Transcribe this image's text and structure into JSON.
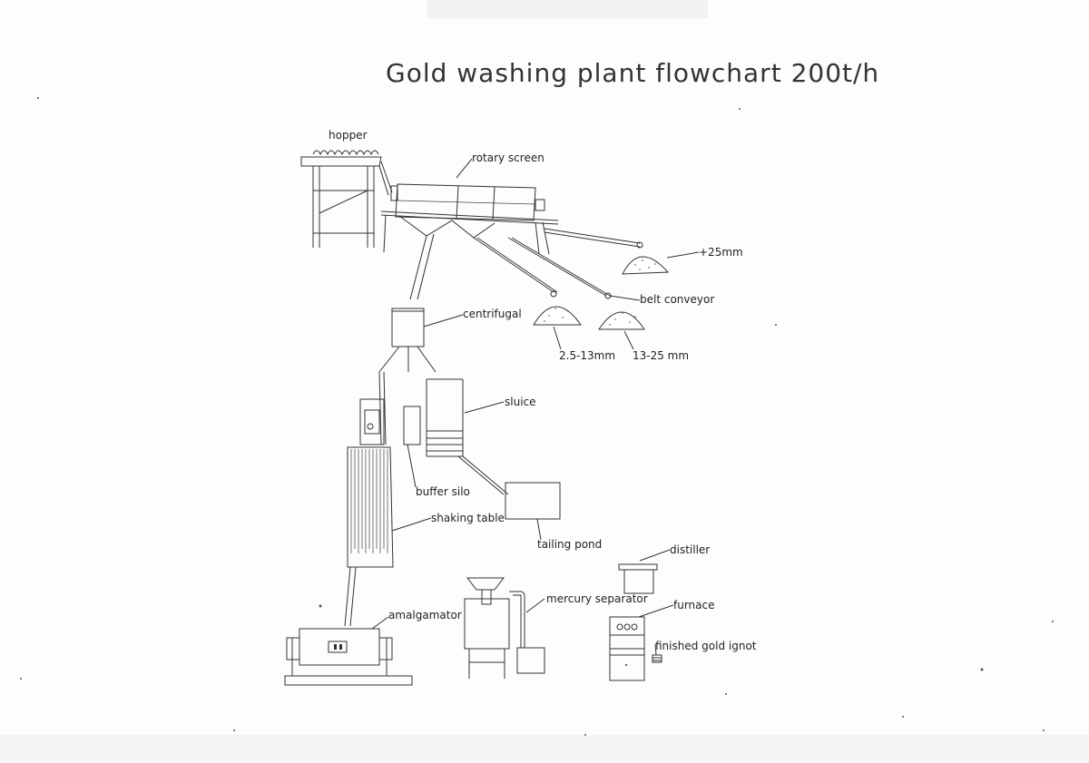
{
  "diagram": {
    "title": "Gold washing plant flowchart 200t/h",
    "labels": {
      "hopper": "hopper",
      "rotary_screen": "rotary screen",
      "plus25": "+25mm",
      "belt_conveyor": "belt conveyor",
      "centrifugal": "centrifugal",
      "size_2_5_13": "2.5-13mm",
      "size_13_25": "13-25 mm",
      "sluice": "sluice",
      "buffer_silo": "buffer silo",
      "shaking_table": "shaking table",
      "tailing_pond": "tailing pond",
      "distiller": "distiller",
      "mercury_separator": "mercury separator",
      "furnace": "furnace",
      "amalgamator": "amalgamator",
      "finished_gold_ingot": "finished gold ignot"
    }
  }
}
